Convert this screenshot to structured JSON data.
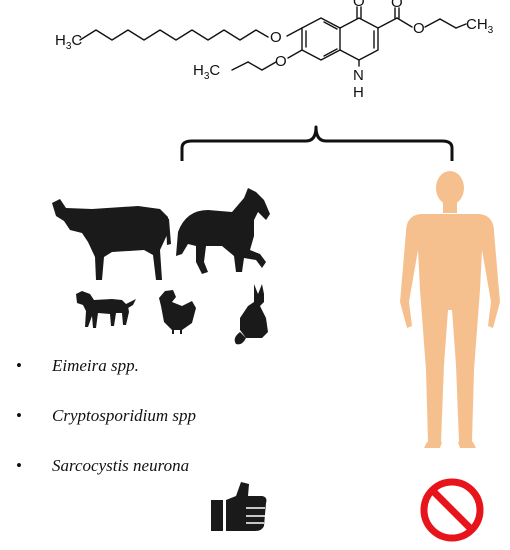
{
  "molecule": {
    "labels": {
      "h3c": "H",
      "sub3": "3",
      "c": "C",
      "ch3": "CH",
      "o": "O",
      "n": "N",
      "h": "H"
    }
  },
  "organisms": {
    "veterinary": [
      "cow-silhouette",
      "horse-silhouette",
      "dog-silhouette",
      "chicken-silhouette",
      "cat-silhouette"
    ],
    "human": "human-figure"
  },
  "parasites": {
    "items": [
      {
        "bullet": "•",
        "label": "Eimeira spp."
      },
      {
        "bullet": "•",
        "label": "Cryptosporidium spp"
      },
      {
        "bullet": "•",
        "label": "Sarcocystis neurona"
      }
    ]
  },
  "icons": {
    "approved": "thumbs-up-icon",
    "prohibited": "no-entry-icon"
  },
  "colors": {
    "silhouette": "#1a1a1a",
    "human_skin": "#f6c08e",
    "prohibited_red": "#e8141c"
  }
}
